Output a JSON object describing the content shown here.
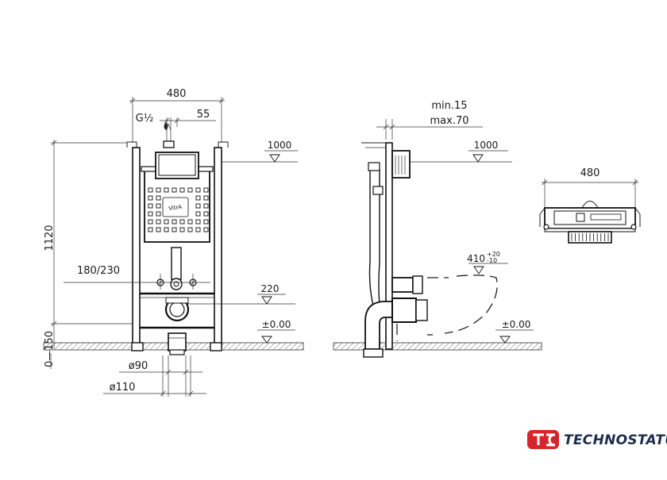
{
  "front_view": {
    "width_label": "480",
    "offset_label": "55",
    "thread_label": "G½",
    "height_label": "1120",
    "floor_gap_label": "0—150",
    "bolt_spacing_label": "180/230",
    "elev_top": "1000",
    "elev_outlet": "220",
    "elev_floor": "±0.00",
    "pipe_d90": "ø90",
    "pipe_d110": "ø110",
    "brand_mark": "VitrA"
  },
  "side_view": {
    "wall_min": "min.15",
    "wall_max": "max.70",
    "elev_top": "1000",
    "elev_bowl": "410",
    "elev_bowl_tol_plus": "+20",
    "elev_bowl_tol_minus": "-10",
    "elev_floor": "±0.00"
  },
  "top_view": {
    "width_label": "480"
  },
  "logo": {
    "text": "TECHNOSTATUS",
    "mark_color": "#d6252a",
    "text_color": "#1c2d4e"
  }
}
